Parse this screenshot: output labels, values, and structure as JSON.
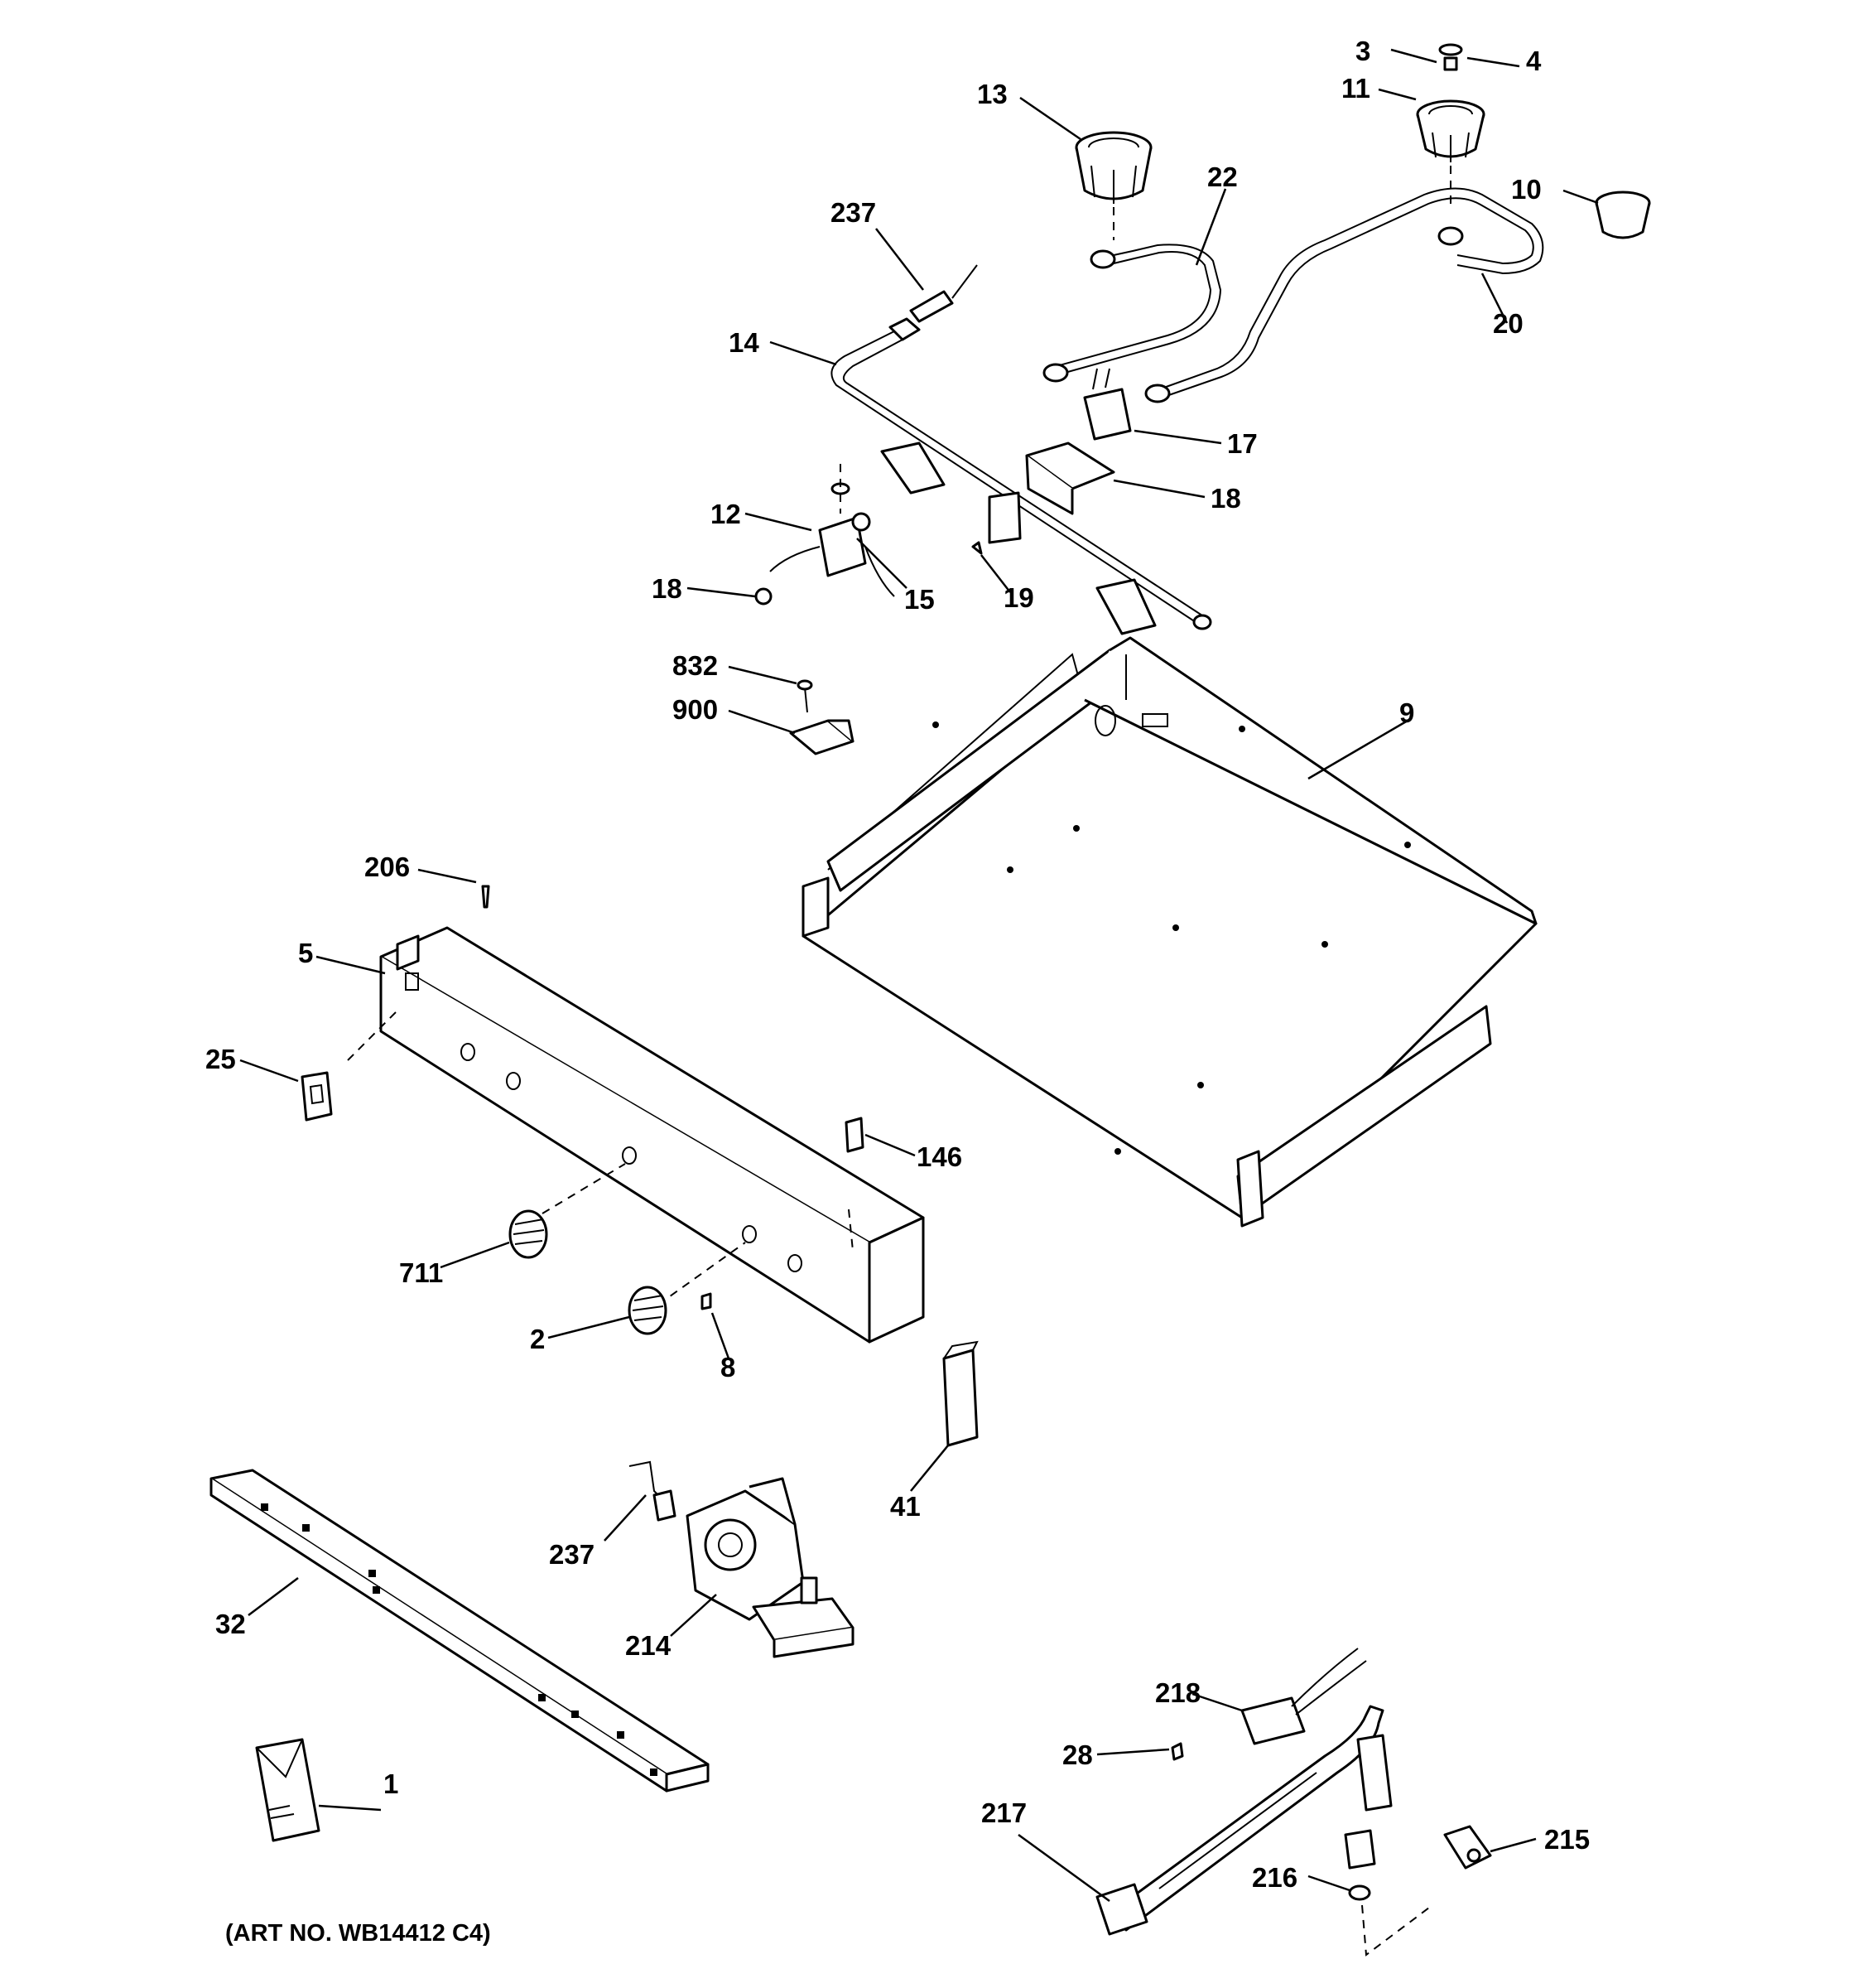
{
  "diagram": {
    "art_number": "(ART NO. WB14412 C4)",
    "callouts": [
      {
        "id": "c-3",
        "label": "3"
      },
      {
        "id": "c-4",
        "label": "4"
      },
      {
        "id": "c-11",
        "label": "11"
      },
      {
        "id": "c-13",
        "label": "13"
      },
      {
        "id": "c-10",
        "label": "10"
      },
      {
        "id": "c-22",
        "label": "22"
      },
      {
        "id": "c-237a",
        "label": "237"
      },
      {
        "id": "c-20",
        "label": "20"
      },
      {
        "id": "c-14",
        "label": "14"
      },
      {
        "id": "c-17",
        "label": "17"
      },
      {
        "id": "c-18a",
        "label": "18"
      },
      {
        "id": "c-12",
        "label": "12"
      },
      {
        "id": "c-18b",
        "label": "18"
      },
      {
        "id": "c-15",
        "label": "15"
      },
      {
        "id": "c-19",
        "label": "19"
      },
      {
        "id": "c-832",
        "label": "832"
      },
      {
        "id": "c-900",
        "label": "900"
      },
      {
        "id": "c-9",
        "label": "9"
      },
      {
        "id": "c-206",
        "label": "206"
      },
      {
        "id": "c-5",
        "label": "5"
      },
      {
        "id": "c-25",
        "label": "25"
      },
      {
        "id": "c-146",
        "label": "146"
      },
      {
        "id": "c-711",
        "label": "711"
      },
      {
        "id": "c-2",
        "label": "2"
      },
      {
        "id": "c-8",
        "label": "8"
      },
      {
        "id": "c-41",
        "label": "41"
      },
      {
        "id": "c-237b",
        "label": "237"
      },
      {
        "id": "c-32",
        "label": "32"
      },
      {
        "id": "c-214",
        "label": "214"
      },
      {
        "id": "c-218",
        "label": "218"
      },
      {
        "id": "c-28",
        "label": "28"
      },
      {
        "id": "c-1",
        "label": "1"
      },
      {
        "id": "c-217",
        "label": "217"
      },
      {
        "id": "c-215",
        "label": "215"
      },
      {
        "id": "c-216",
        "label": "216"
      }
    ]
  }
}
